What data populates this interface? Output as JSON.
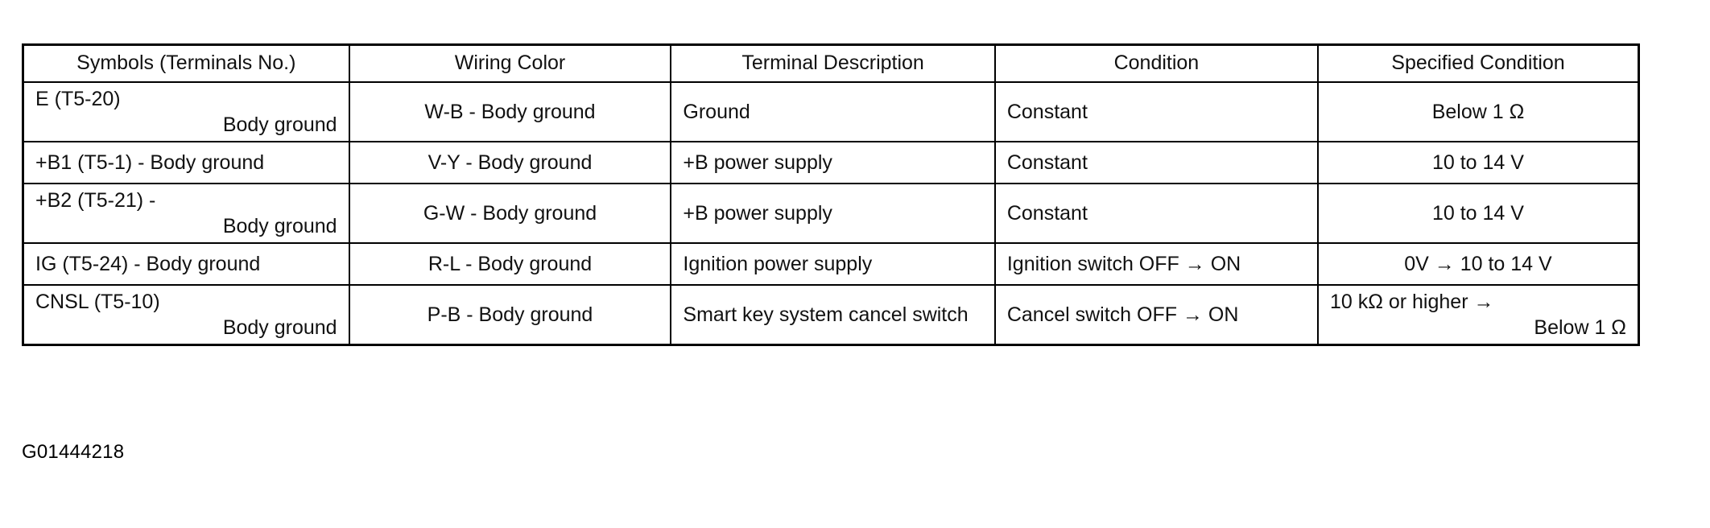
{
  "table": {
    "columns": [
      {
        "key": "symbols",
        "label": "Symbols (Terminals No.)"
      },
      {
        "key": "wiring",
        "label": "Wiring Color"
      },
      {
        "key": "desc",
        "label": "Terminal Description"
      },
      {
        "key": "condition",
        "label": "Condition"
      },
      {
        "key": "specified",
        "label": "Specified Condition"
      }
    ],
    "rows": [
      {
        "symbols_line1": "E (T5-20)",
        "symbols_line2": "Body ground",
        "wiring": "W-B - Body ground",
        "desc": "Ground",
        "condition": "Constant",
        "specified_line1": "Below 1 Ω",
        "specified_line2": ""
      },
      {
        "symbols_line1": "+B1 (T5-1) - Body ground",
        "symbols_line2": "",
        "wiring": "V-Y - Body ground",
        "desc": "+B power supply",
        "condition": "Constant",
        "specified_line1": "10 to 14 V",
        "specified_line2": ""
      },
      {
        "symbols_line1": "+B2 (T5-21) -",
        "symbols_line2": "Body ground",
        "wiring": "G-W - Body ground",
        "desc": "+B power supply",
        "condition": "Constant",
        "specified_line1": "10 to 14 V",
        "specified_line2": ""
      },
      {
        "symbols_line1": "IG (T5-24) - Body ground",
        "symbols_line2": "",
        "wiring": "R-L - Body ground",
        "desc": "Ignition power supply",
        "condition": "Ignition switch OFF → ON",
        "specified_line1": "0V → 10 to 14 V",
        "specified_line2": ""
      },
      {
        "symbols_line1": "CNSL (T5-10)",
        "symbols_line2": "Body ground",
        "wiring": "P-B - Body ground",
        "desc": "Smart key system cancel switch",
        "condition": "Cancel switch OFF → ON",
        "specified_line1": "10 kΩ or higher →",
        "specified_line2": "Below 1 Ω"
      }
    ]
  },
  "caption": {
    "figure_id": "G01444218"
  }
}
